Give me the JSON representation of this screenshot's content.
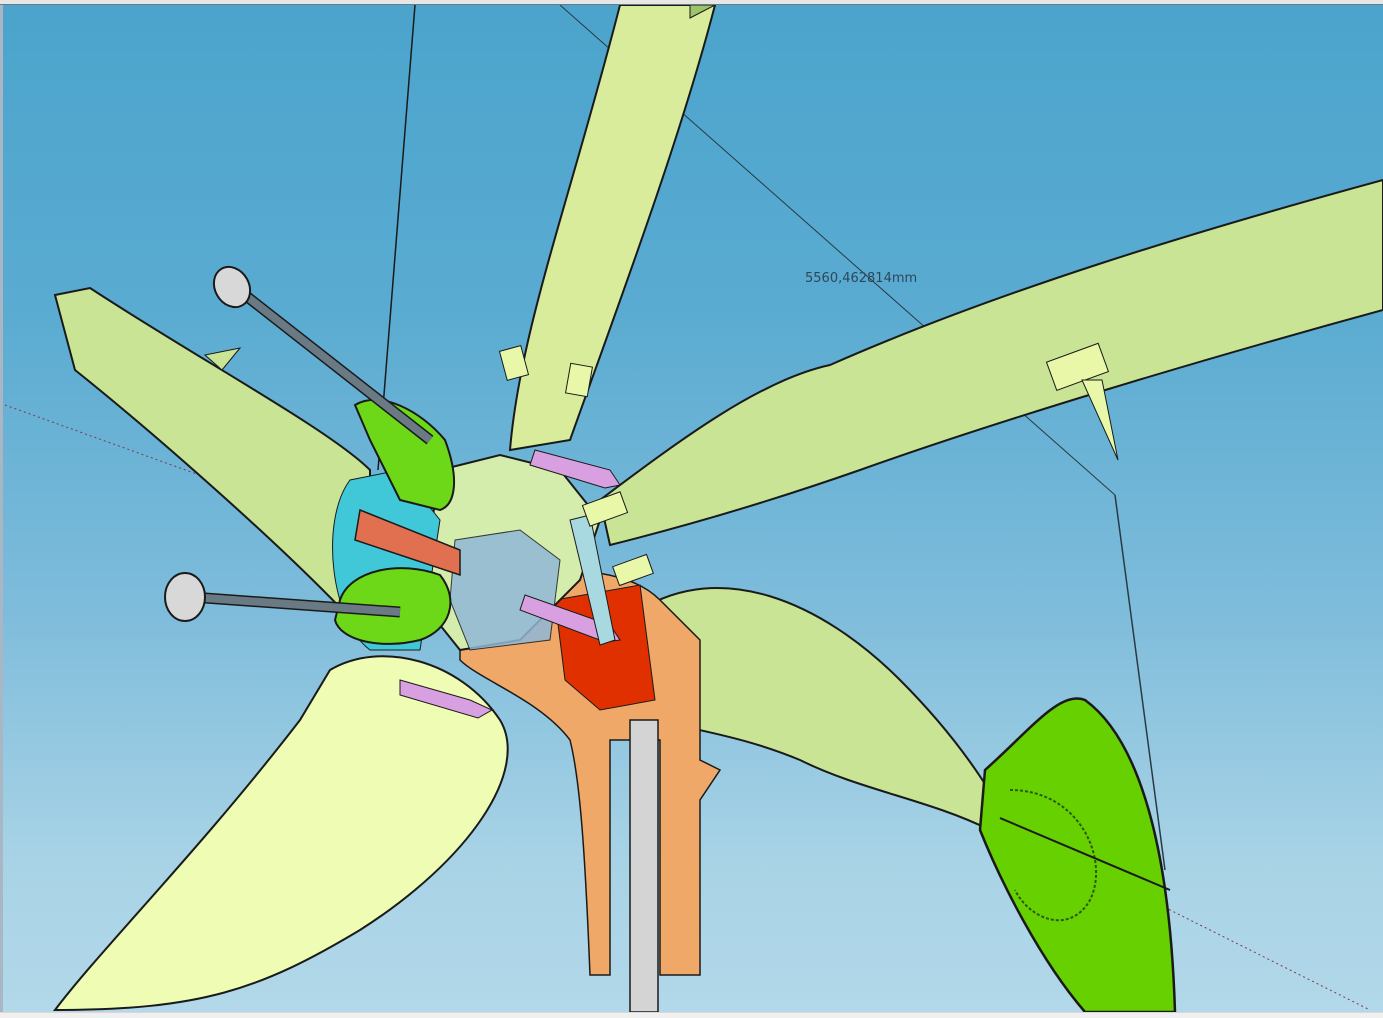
{
  "window": {
    "type": "3D modeling viewport",
    "background_sky_top": "#4ba4cc",
    "background_sky_bottom": "#b2d8e9"
  },
  "viewport": {
    "dimension_label": "5560,462814mm",
    "model": {
      "subject": "wind turbine (cutaway, exploded view)",
      "colors": {
        "blade": "#e8f8a8",
        "blade_shade": "#b8dc8c",
        "tail_fin": "#66d000",
        "gear_green": "#6cd818",
        "gear_orange": "#e07050",
        "housing_orange": "#f0a868",
        "red_block": "#e03000",
        "cyan_parts": "#40c8d8",
        "pink_arms": "#d8a0e0",
        "mast_gray": "#d0d0d0",
        "knob_gray": "#d8d8d8"
      }
    }
  }
}
